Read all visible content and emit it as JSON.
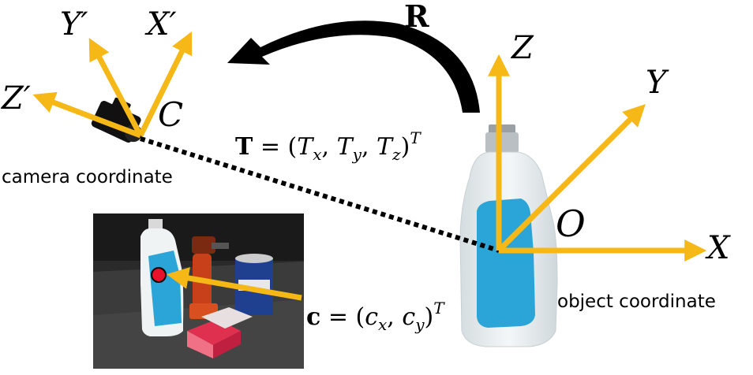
{
  "colors": {
    "axis": "#F5B816",
    "rotation_arrow": "#000000",
    "bottle_label": "#2BA5D8",
    "bottle_body": "#E8EEF0",
    "point_marker": "#E8122A"
  },
  "camera": {
    "axis_x_label": "X′",
    "axis_y_label": "Y′",
    "axis_z_label": "Z′",
    "center_label": "C",
    "caption": "camera coordinate",
    "icon": "camera-icon"
  },
  "object": {
    "axis_x_label": "X",
    "axis_y_label": "Y",
    "axis_z_label": "Z",
    "origin_label": "O",
    "caption": "object coordinate",
    "icon": "bottle-icon"
  },
  "rotation": {
    "label": "R"
  },
  "translation": {
    "symbol": "T",
    "expr_prefix": " = (",
    "t1": "T",
    "t1_sub": "x",
    "t2": "T",
    "t2_sub": "y",
    "t3": "T",
    "t3_sub": "z",
    "close": ")",
    "sup": "T"
  },
  "projection": {
    "symbol": "c",
    "expr_prefix": " = (",
    "c1": "c",
    "c1_sub": "x",
    "c2": "c",
    "c2_sub": "y",
    "close": ")",
    "sup": "T"
  },
  "photo": {
    "description_icon": "scene-photo"
  }
}
